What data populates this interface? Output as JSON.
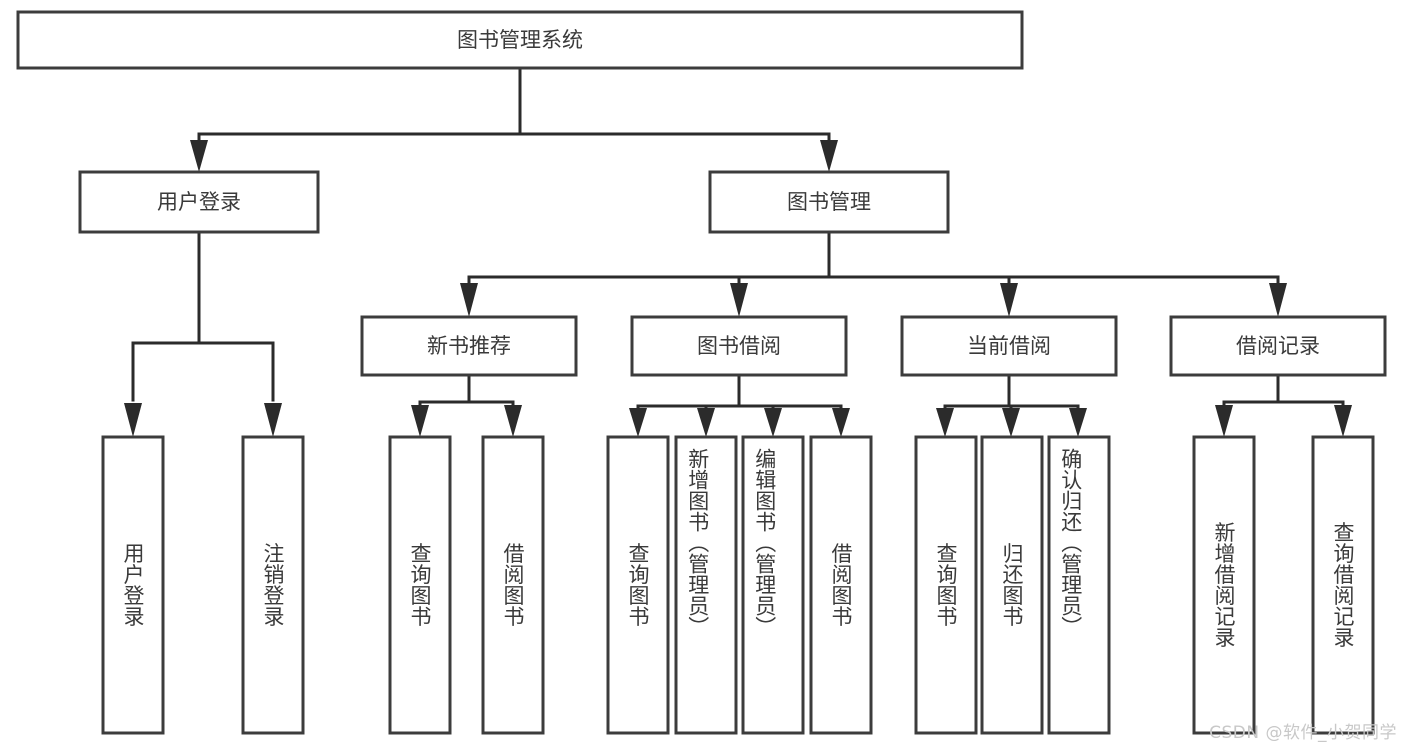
{
  "diagram": {
    "title": "图书管理系统",
    "type": "tree-hierarchy-diagram",
    "colors": {
      "box_stroke": "#3c3c3c",
      "box_fill": "#ffffff",
      "connector": "#2b2b2b",
      "text": "#3a3a3a",
      "watermark": "#c8c8c8",
      "background": "#ffffff"
    },
    "root": {
      "label": "图书管理系统"
    },
    "level2": [
      {
        "label": "用户登录"
      },
      {
        "label": "图书管理"
      }
    ],
    "level3": [
      {
        "label": "新书推荐"
      },
      {
        "label": "图书借阅"
      },
      {
        "label": "当前借阅"
      },
      {
        "label": "借阅记录"
      }
    ],
    "leaves": {
      "user_login": [
        {
          "label": "用户登录"
        },
        {
          "label": "注销登录"
        }
      ],
      "new_book_recommend": [
        {
          "label": "查询图书"
        },
        {
          "label": "借阅图书"
        }
      ],
      "book_borrow": [
        {
          "label": "查询图书"
        },
        {
          "label": "新增图书（管理员）"
        },
        {
          "label": "编辑图书（管理员）"
        },
        {
          "label": "借阅图书"
        }
      ],
      "current_borrow": [
        {
          "label": "查询图书"
        },
        {
          "label": "归还图书"
        },
        {
          "label": "确认归还（管理员）"
        }
      ],
      "borrow_record": [
        {
          "label": "新增借阅记录"
        },
        {
          "label": "查询借阅记录"
        }
      ]
    }
  },
  "watermark": {
    "text": "CSDN @软件_小贺同学"
  }
}
